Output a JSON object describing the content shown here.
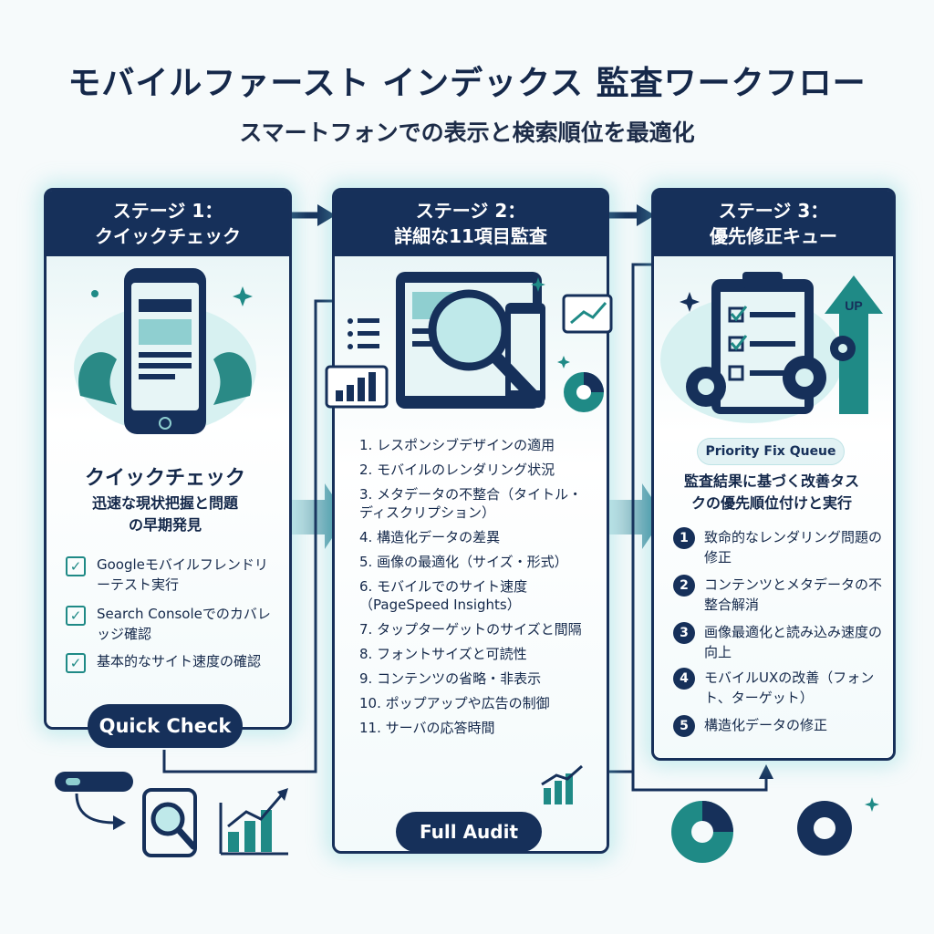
{
  "header": {
    "title": "モバイルファースト インデックス 監査ワークフロー",
    "subtitle": "スマートフォンでの表示と検索順位を最適化"
  },
  "stage1": {
    "header_line1": "ステージ 1：",
    "header_line2": "クイックチェック",
    "heading": "クイックチェック",
    "desc_line1": "迅速な現状把握と問題",
    "desc_line2": "の早期発見",
    "checks": [
      "Googleモバイルフレンドリーテスト実行",
      "Search Consoleでのカバレッジ確認",
      "基本的なサイト速度の確認"
    ],
    "pill": "Quick Check"
  },
  "stage2": {
    "header_line1": "ステージ 2：",
    "header_line2": "詳細な11項目監査",
    "items": [
      "1. レスポンシブデザインの適用",
      "2. モバイルのレンダリング状況",
      "3. メタデータの不整合（タイトル・ディスクリプション）",
      "4. 構造化データの差異",
      "5. 画像の最適化（サイズ・形式）",
      "6. モバイルでのサイト速度（PageSpeed Insights）",
      "7. タップターゲットのサイズと間隔",
      "8. フォントサイズと可読性",
      "9. コンテンツの省略・非表示",
      "10. ポップアップや広告の制御",
      "11. サーバの応答時間"
    ],
    "pill": "Full Audit"
  },
  "stage3": {
    "header_line1": "ステージ 3：",
    "header_line2": "優先修正キュー",
    "up_label": "UP",
    "badge": "Priority Fix Queue",
    "desc_line1": "監査結果に基づく改善タス",
    "desc_line2": "クの優先順位付けと実行",
    "queue": [
      {
        "n": "1",
        "text": "致命的なレンダリング問題の修正"
      },
      {
        "n": "2",
        "text": "コンテンツとメタデータの不整合解消"
      },
      {
        "n": "3",
        "text": "画像最適化と読み込み速度の向上"
      },
      {
        "n": "4",
        "text": "モバイルUXの改善（フォント、ターゲット）"
      },
      {
        "n": "5",
        "text": "構造化データの修正"
      }
    ]
  },
  "colors": {
    "navy": "#16305a",
    "teal": "#1f8a86",
    "aqua": "#6fd0d2"
  }
}
